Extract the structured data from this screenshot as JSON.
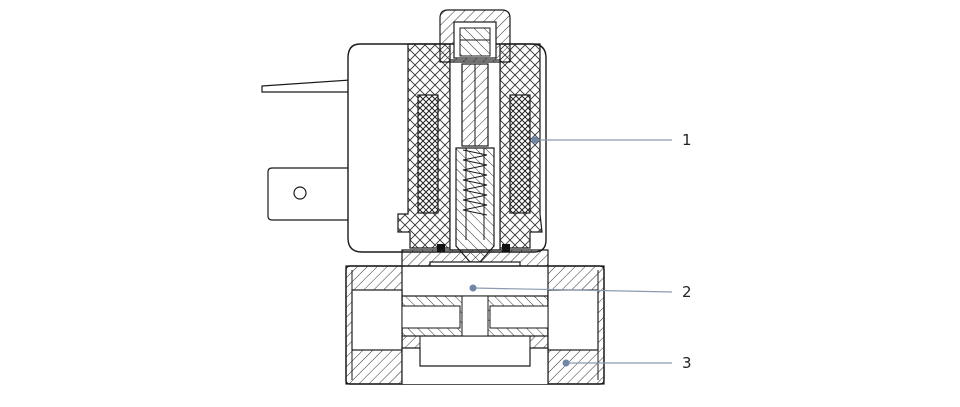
{
  "callouts": [
    {
      "label": "1"
    },
    {
      "label": "2"
    },
    {
      "label": "3"
    }
  ],
  "colors": {
    "line": "#1a1a1a",
    "hatch": "#333333",
    "leader": "#8a9bb0",
    "dot": "#6f86a6",
    "seal": "#111111",
    "background": "#ffffff"
  }
}
